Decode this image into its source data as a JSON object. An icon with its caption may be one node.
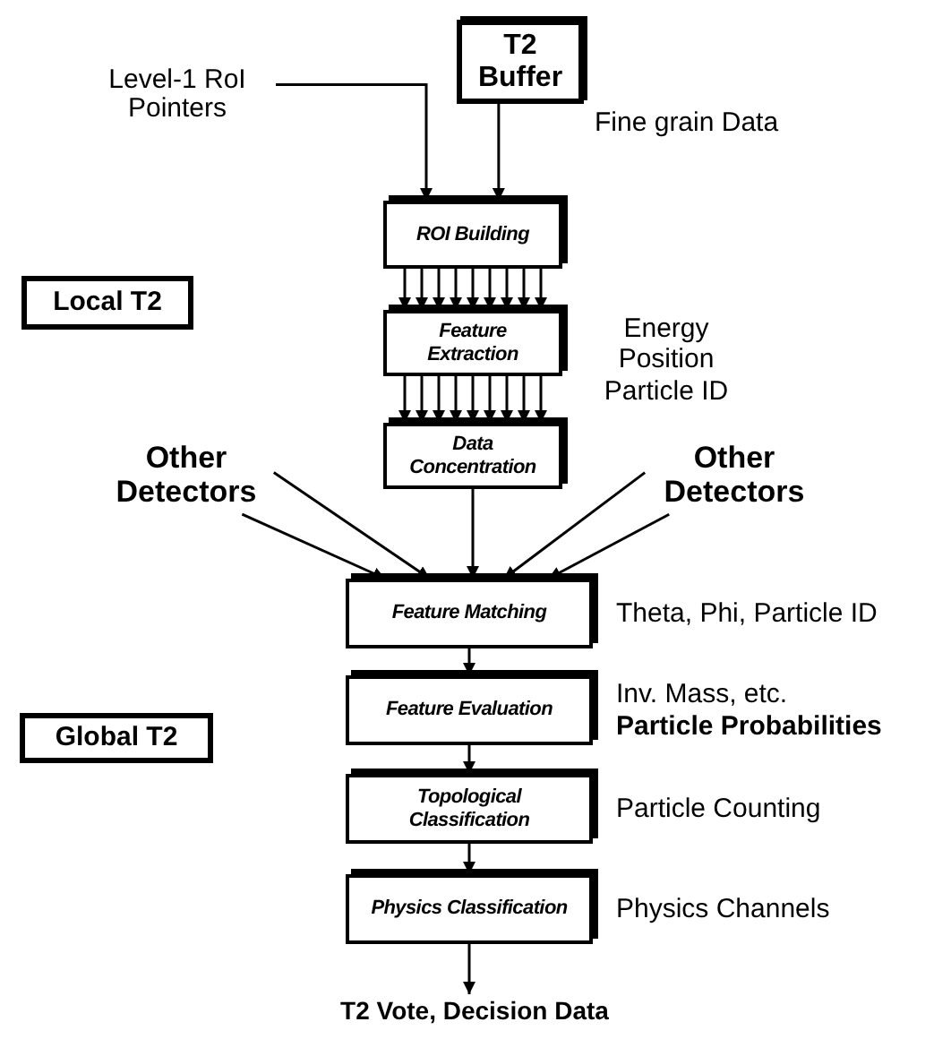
{
  "diagram": {
    "nodes": [
      {
        "text": [
          "T2 Buffer"
        ]
      },
      {
        "text": [
          "Level-1 RoI Pointers"
        ]
      },
      {
        "text": [
          "ROI Building"
        ]
      },
      {
        "text": [
          "Local T2"
        ]
      },
      {
        "text": [
          "Feature Extraction"
        ]
      },
      {
        "text": [
          "Data Concentration"
        ]
      },
      {
        "text": [
          "Other Detectors"
        ]
      },
      {
        "text": [
          "Other Detectors"
        ]
      },
      {
        "text": [
          "Feature Matching"
        ],
        "beside": [
          "Theta, Phi, Particle ID"
        ]
      },
      {
        "text": [
          "Global T2"
        ]
      },
      {
        "text": [
          "Feature Evaluation"
        ],
        "beside": [
          "Inv. Mass, etc.",
          "Particle Probabilities"
        ]
      },
      {
        "text": [
          "Topological Classification"
        ],
        "beside": [
          "Particle Counting"
        ]
      },
      {
        "text": [
          "Physics Classification"
        ],
        "beside": [
          "Physics Channels"
        ]
      },
      {
        "text": [
          "T2 Vote, Decision Data"
        ]
      }
    ],
    "edges": [
      {
        "from": 1,
        "to": 2,
        "arrow": "to"
      },
      {
        "from": 0,
        "to": 2,
        "arrow": "to"
      },
      {
        "from": 2,
        "to": 4,
        "arrow": "to"
      },
      {
        "from": 2,
        "to": 4,
        "arrow": "to"
      },
      {
        "from": 2,
        "to": 4,
        "arrow": "to"
      },
      {
        "from": 2,
        "to": 4,
        "arrow": "to"
      },
      {
        "from": 2,
        "to": 4,
        "arrow": "to"
      },
      {
        "from": 2,
        "to": 4,
        "arrow": "to"
      },
      {
        "from": 2,
        "to": 4,
        "arrow": "to"
      },
      {
        "from": 2,
        "to": 4,
        "arrow": "to"
      },
      {
        "from": 2,
        "to": 4,
        "arrow": "to"
      },
      {
        "from": 4,
        "to": 5,
        "arrow": "to"
      },
      {
        "from": 4,
        "to": 5,
        "arrow": "to"
      },
      {
        "from": 4,
        "to": 5,
        "arrow": "to"
      },
      {
        "from": 4,
        "to": 5,
        "arrow": "to"
      },
      {
        "from": 4,
        "to": 5,
        "arrow": "to"
      },
      {
        "from": 4,
        "to": 5,
        "arrow": "to"
      },
      {
        "from": 4,
        "to": 5,
        "arrow": "to"
      },
      {
        "from": 4,
        "to": 5,
        "arrow": "to"
      },
      {
        "from": 4,
        "to": 5,
        "arrow": "to"
      },
      {
        "from": 5,
        "to": 8,
        "arrow": "to"
      },
      {
        "from": 6,
        "to": 8,
        "arrow": "to"
      },
      {
        "from": 6,
        "to": 8,
        "arrow": "to"
      },
      {
        "from": 7,
        "to": 8,
        "arrow": "to"
      },
      {
        "from": 7,
        "to": 8,
        "arrow": "to"
      },
      {
        "from": 8,
        "to": 10,
        "arrow": "to"
      },
      {
        "from": 10,
        "to": 11,
        "arrow": "to"
      },
      {
        "from": 11,
        "to": 12,
        "arrow": "to"
      },
      {
        "from": 12,
        "to": 13,
        "arrow": "to"
      }
    ],
    "labels": [
      "Fine grain Data",
      "Energy Position Particle ID"
    ]
  }
}
